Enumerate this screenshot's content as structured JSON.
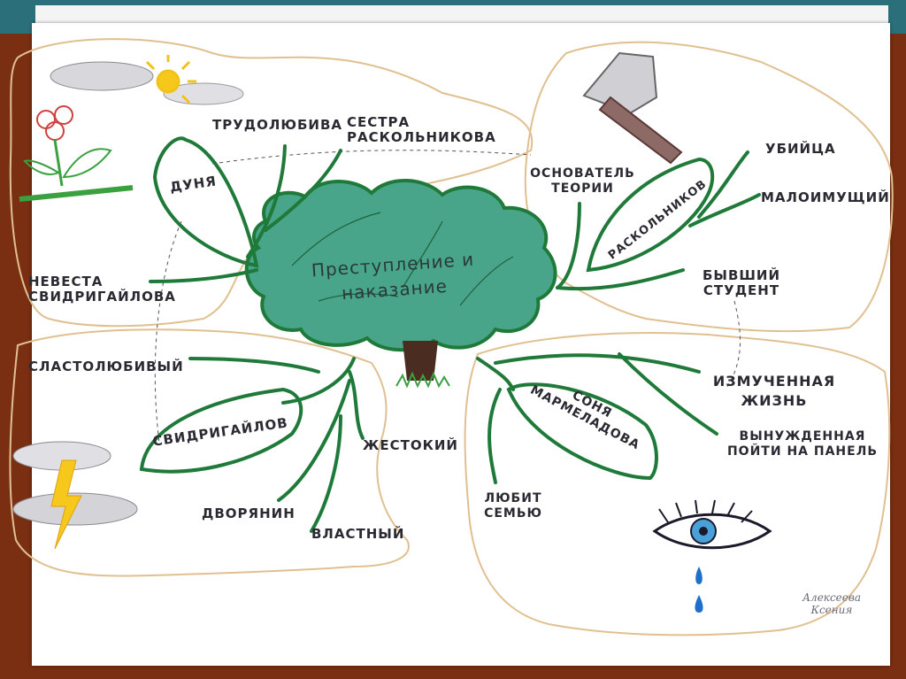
{
  "diagram": {
    "center_title": "Преступление и наказание",
    "branches": {
      "dunya": {
        "name": "Дуня",
        "traits": [
          "Трудолюбива",
          "Сестра Раскольникова",
          "Невеста Свидригайлова"
        ]
      },
      "raskolnikov": {
        "name": "Раскольников",
        "traits": [
          "Основатель теории",
          "Убийца",
          "Малоимущий",
          "Бывший студент"
        ]
      },
      "svidrigailov": {
        "name": "Свидригайлов",
        "traits": [
          "Сластолюбивый",
          "Жестокий",
          "Дворянин",
          "Властный"
        ]
      },
      "sonya": {
        "name": "Соня Мармеладова",
        "traits": [
          "Измученная жизнь",
          "Вынужденная пойти на панель",
          "Любит семью"
        ]
      }
    },
    "signature": "Алексеева Ксения"
  },
  "colors": {
    "leaf_outline": "#1f7a3a",
    "crown_fill": "#49a58a",
    "trunk": "#4a2c20",
    "region_outline": "#e0c090",
    "text": "#2a2a33"
  },
  "icons": [
    "cloud-icon",
    "sun-icon",
    "flower-icon",
    "axe-icon",
    "storm-cloud-icon",
    "lightning-icon",
    "eye-icon",
    "tear-icon"
  ]
}
